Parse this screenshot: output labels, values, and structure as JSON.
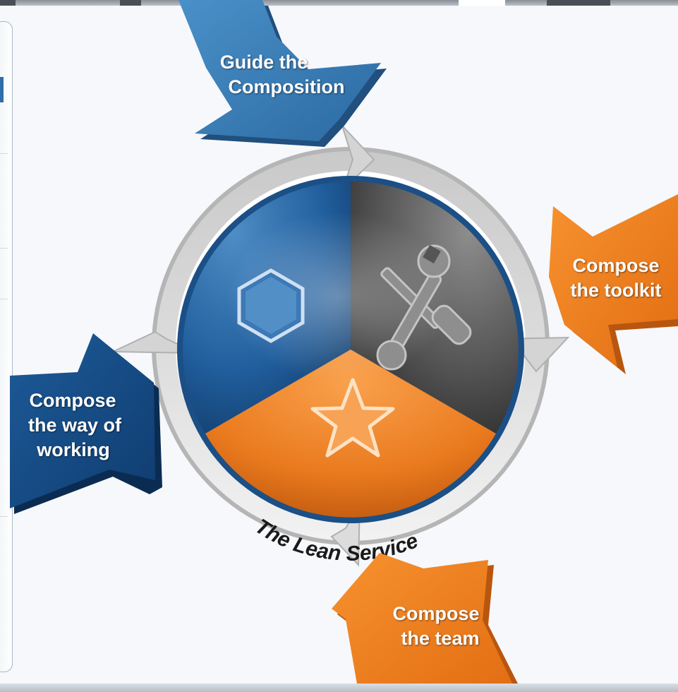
{
  "service_name": "The Lean Service",
  "steps": {
    "guide": {
      "line1": "Guide the",
      "line2": "Composition",
      "color": "#3d83bd"
    },
    "toolkit": {
      "line1": "Compose",
      "line2": "the toolkit",
      "color": "#f07d1c"
    },
    "team": {
      "line1": "Compose",
      "line2": "the team",
      "color": "#f07d1c"
    },
    "way": {
      "line1": "Compose",
      "line2": "the way of",
      "line3": "working",
      "color": "#134a86"
    }
  },
  "segments": [
    {
      "name": "way-of-working",
      "icon": "hexagon-icon",
      "color": "#1f5d9c"
    },
    {
      "name": "toolkit",
      "icon": "tools-icon",
      "color": "#555555"
    },
    {
      "name": "team",
      "icon": "star-icon",
      "color": "#ea7a1e"
    }
  ]
}
